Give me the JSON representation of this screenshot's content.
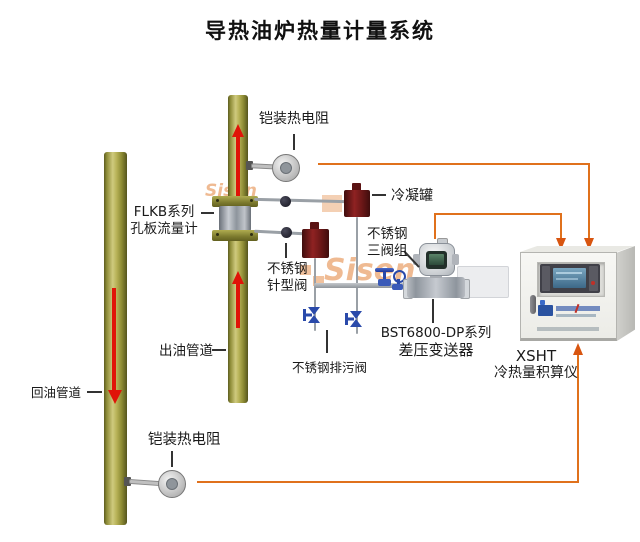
{
  "title": "导热油炉热量计量系统",
  "labels": {
    "rtd_top": "铠装热电阻",
    "flowmeter_line1": "FLKB系列",
    "flowmeter_line2": "孔板流量计",
    "condenser": "冷凝罐",
    "three_valve_line1": "不锈钢",
    "three_valve_line2": "三阀组",
    "needle_valve_line1": "不锈钢",
    "needle_valve_line2": "针型阀",
    "outlet_pipe": "出油管道",
    "transmitter_line1": "BST6800-DP系列",
    "transmitter_line2": "差压变送器",
    "drain_valve": "不锈钢排污阀",
    "integrator_line1": "XSHT",
    "integrator_line2": "冷热量积算仪",
    "return_pipe": "回油管道",
    "rtd_bottom": "铠装热电阻"
  },
  "watermark": {
    "text": "Sisen"
  },
  "colors": {
    "pipe_olive": "#9a9a40",
    "flow_arrow_red": "#e01408",
    "signal_line_orange": "#e0711c",
    "condensate_tank_maroon": "#7a1c1c",
    "valve_blue": "#2a4aaa",
    "label_text": "#1a1a1a"
  }
}
